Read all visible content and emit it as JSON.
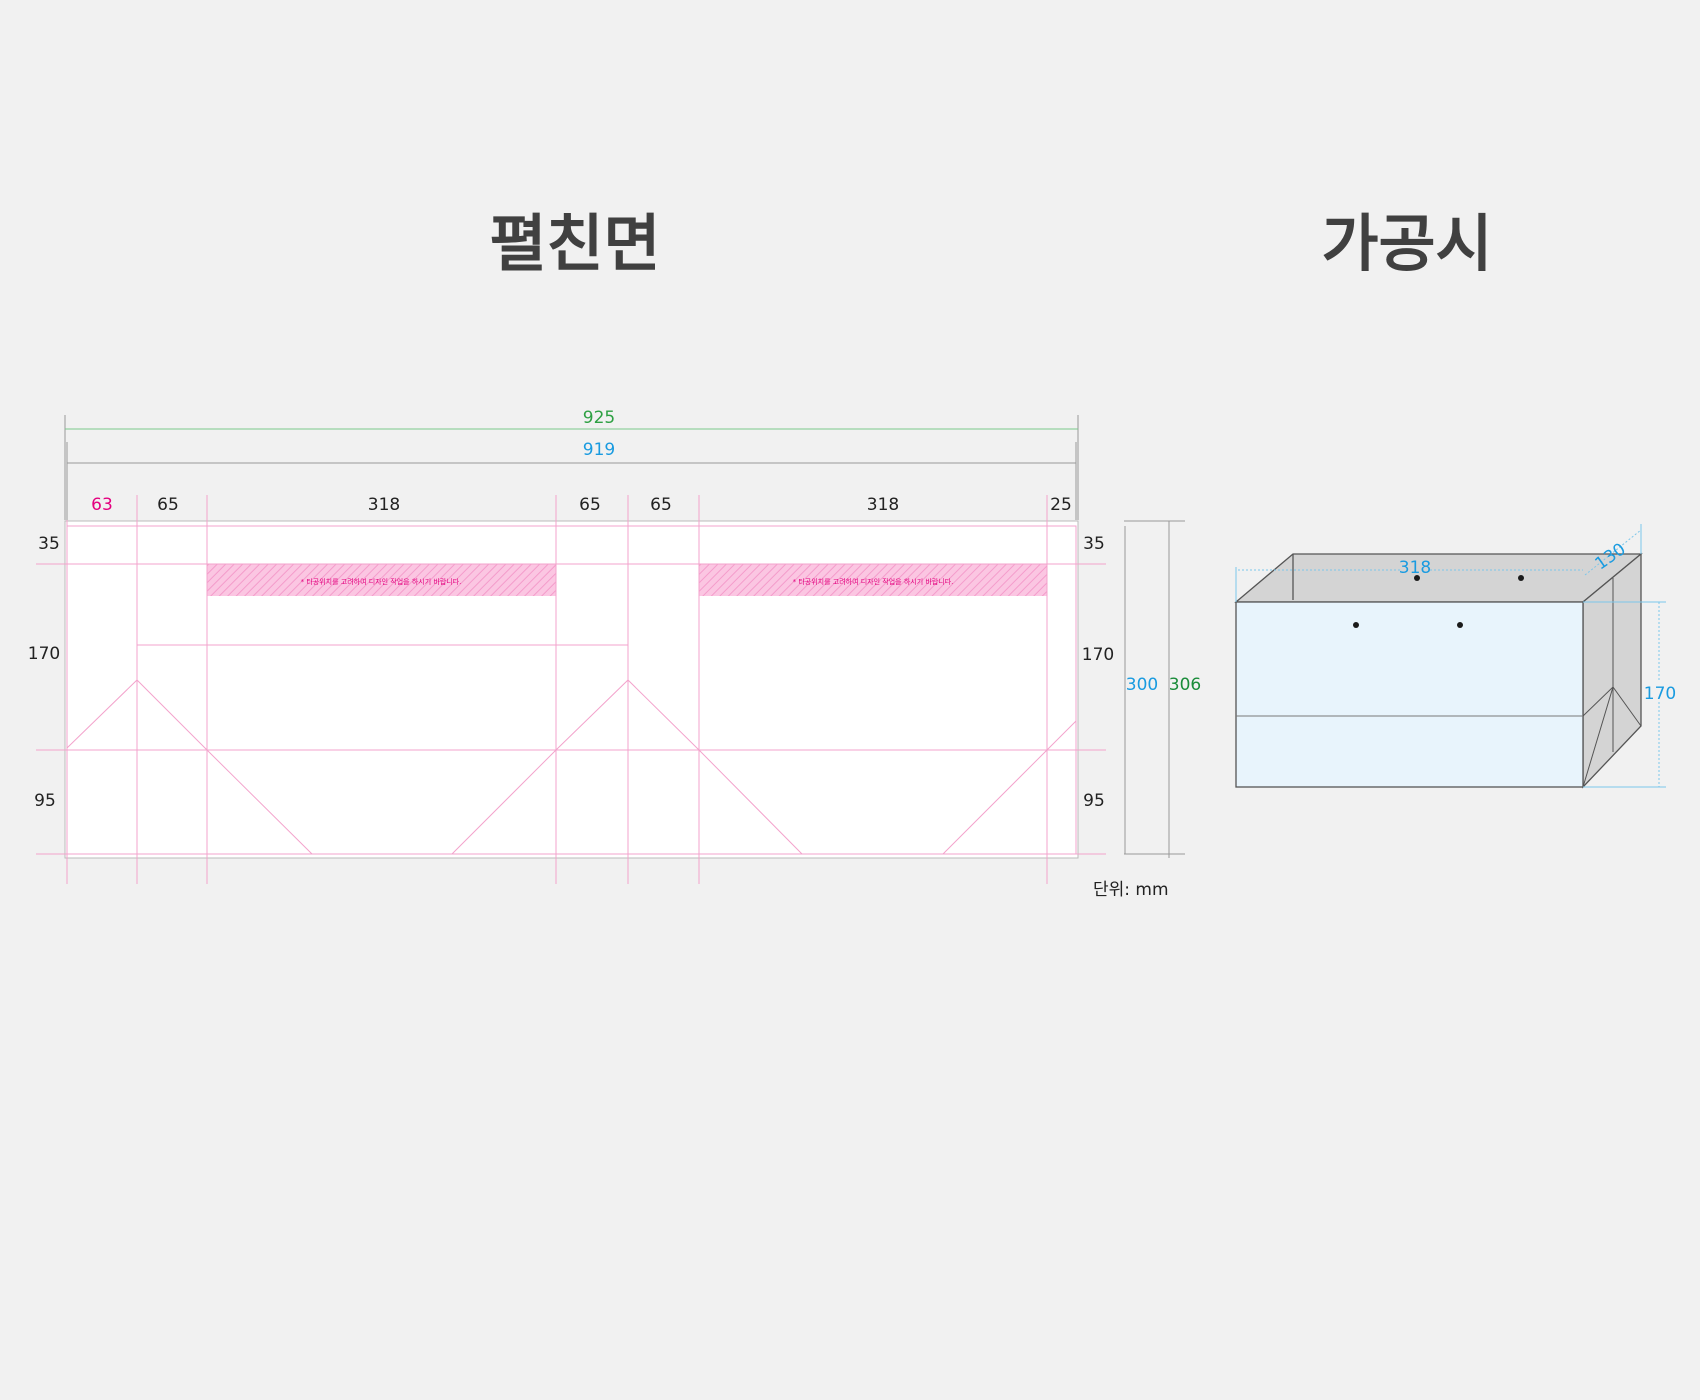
{
  "titles": {
    "flat": "펼친면",
    "assembled": "가공시"
  },
  "flat": {
    "total_outer": "925",
    "total_inner": "919",
    "columns": [
      "63",
      "65",
      "318",
      "65",
      "65",
      "318",
      "25"
    ],
    "rows_left": [
      "35",
      "170",
      "95"
    ],
    "rows_right": [
      "35",
      "170",
      "95"
    ],
    "height_inner": "300",
    "height_outer": "306",
    "notice": "* 타공위치를 고려하여 디자인 작업을 하시기 바랍니다.",
    "unit": "단위: mm"
  },
  "assembled": {
    "width": "318",
    "depth": "130",
    "height": "170"
  },
  "colors": {
    "outer_dim": "#2ea043",
    "inner_dim": "#1a9be0",
    "accent": "#e4007f",
    "guide": "#f3a3cc",
    "front_face": "#e8f4fc",
    "side_face": "#d4d4d4"
  }
}
